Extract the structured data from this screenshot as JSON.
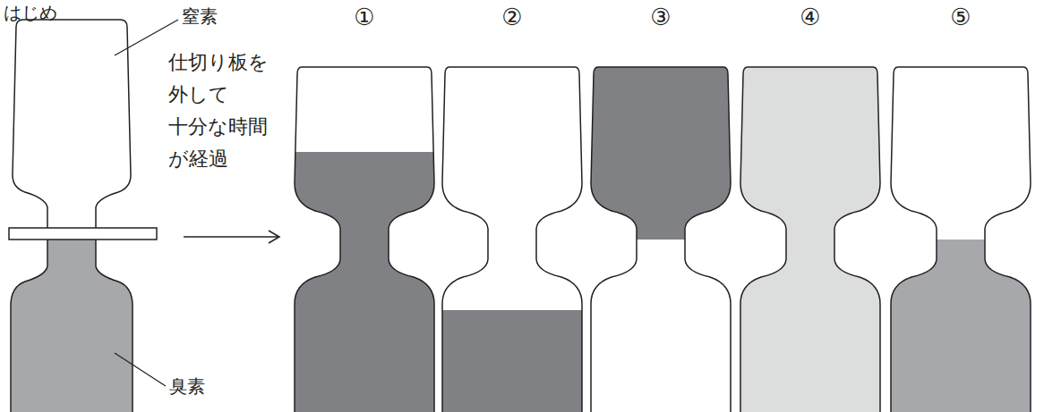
{
  "diagram": {
    "labels": [
      "はじめ",
      "窒素",
      "仕切り板を 外して 十分な時間 が経過",
      "①",
      "②",
      "③",
      "④",
      "⑤",
      "臭素"
    ]
  }
}
